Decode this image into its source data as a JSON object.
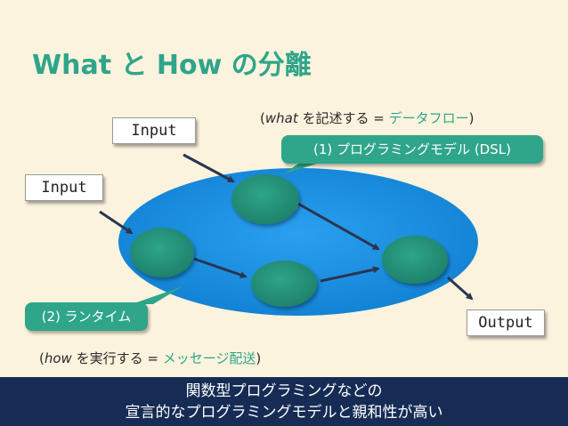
{
  "title": "What と How の分離",
  "inputs": {
    "input_top": "Input",
    "input_left": "Input"
  },
  "output": "Output",
  "what_note": {
    "open": "(",
    "what": "what",
    "mid": " を記述する = ",
    "accent": "データフロー",
    "close": ")"
  },
  "how_note": {
    "open": "(",
    "how": "how",
    "mid": " を実行する = ",
    "accent": "メッセージ配送",
    "close": ")"
  },
  "callouts": {
    "dsl": "(1) プログラミングモデル (DSL)",
    "runtime": "(2) ランタイム"
  },
  "banner": {
    "line1": "関数型プログラミングなどの",
    "line2": "宣言的なプログラミングモデルと親和性が高い"
  },
  "colors": {
    "accent": "#2fa58a",
    "ellipse": "#1e8fe0",
    "node": "#27957c",
    "banner_bg": "#162c55",
    "background": "#fcf3de"
  }
}
